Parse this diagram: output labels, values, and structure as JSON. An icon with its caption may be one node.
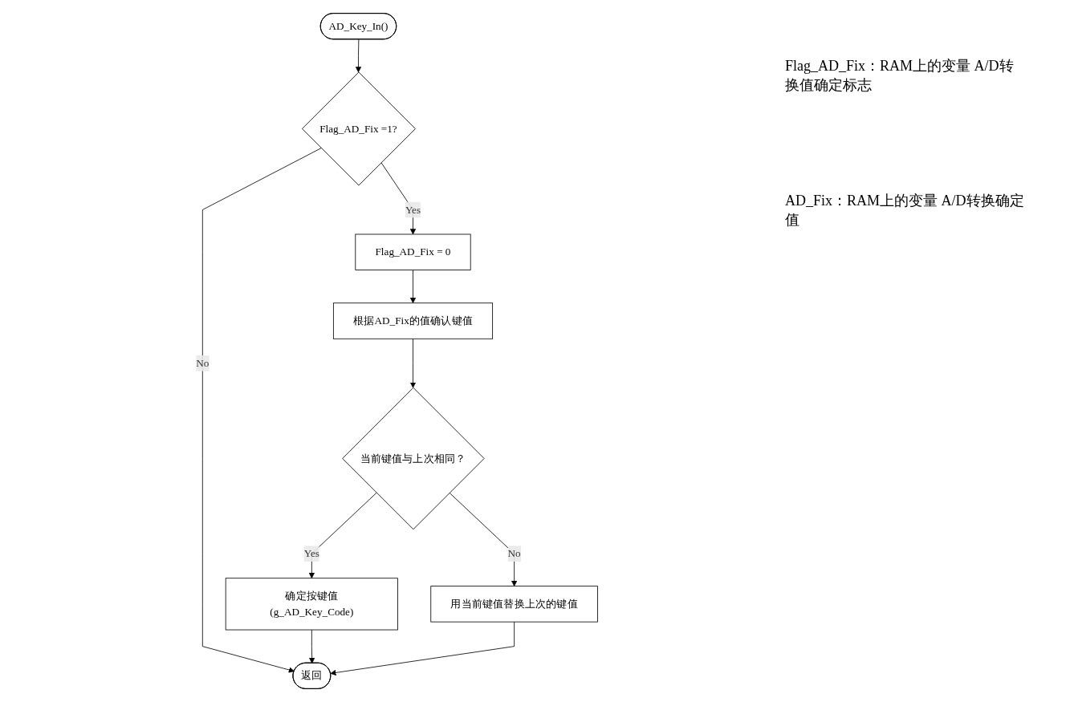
{
  "diagram": {
    "nodes": [
      {
        "text": [
          "AD_Key_In()"
        ]
      },
      {
        "text": [
          "Flag_AD_Fix =1?"
        ]
      },
      {
        "text": [
          "Flag_AD_Fix = 0"
        ]
      },
      {
        "text": [
          "根据AD_Fix的值确认键值"
        ]
      },
      {
        "text": [
          "当前键值与上次相同？"
        ]
      },
      {
        "text": [
          "确定按键值(g_AD_Key_Code)"
        ]
      },
      {
        "text": [
          "用当前键值替换上次的键值"
        ]
      },
      {
        "text": [
          "返回"
        ]
      }
    ],
    "edges": [
      {
        "from": 0,
        "to": 1,
        "arrow": "to"
      },
      {
        "from": 1,
        "to": 2,
        "arrow": "to",
        "label": "Yes"
      },
      {
        "from": 1,
        "to": 7,
        "arrow": "to",
        "label": "No"
      },
      {
        "from": 2,
        "to": 3,
        "arrow": "to"
      },
      {
        "from": 3,
        "to": 4,
        "arrow": "to"
      },
      {
        "from": 4,
        "to": 5,
        "arrow": "to",
        "label": "Yes"
      },
      {
        "from": 4,
        "to": 6,
        "arrow": "to",
        "label": "No"
      },
      {
        "from": 5,
        "to": 7,
        "arrow": "to"
      },
      {
        "from": 6,
        "to": 7,
        "arrow": "to"
      }
    ],
    "labels": [
      "Flag_AD_Fix：RAM上的变量 A/D转换值确定标志",
      "AD_Fix：RAM上的变量 A/D转换确定值"
    ]
  }
}
